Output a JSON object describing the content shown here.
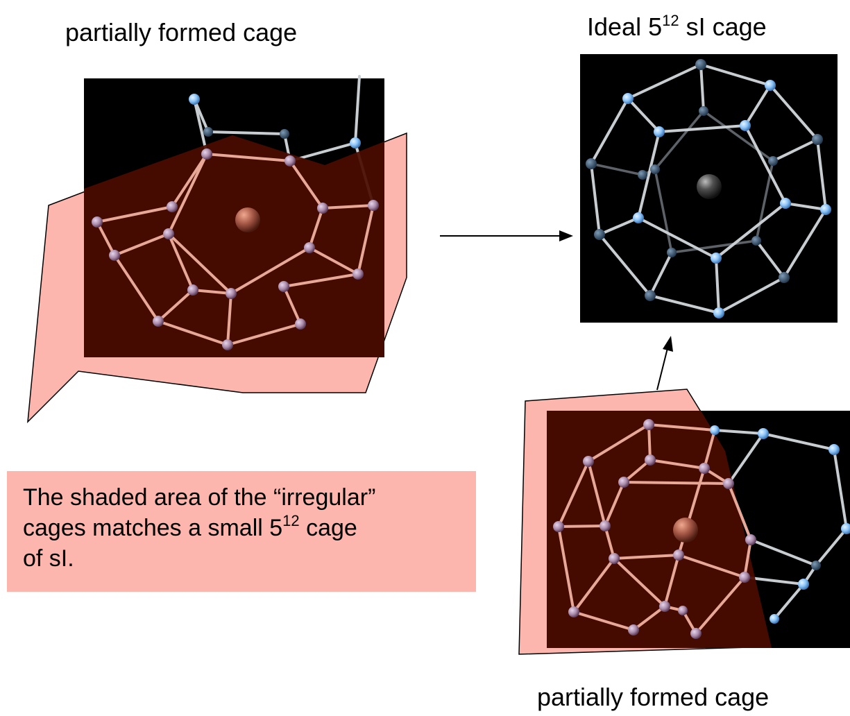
{
  "labels": {
    "top_left": "partially formed cage",
    "ideal_prefix": "Ideal 5",
    "ideal_sup": "12",
    "ideal_suffix": " sI cage",
    "bottom_right": "partially formed cage"
  },
  "note": {
    "line1": "The shaded area of the “irregular”",
    "line2_prefix": "cages matches a small 5",
    "line2_sup": "12",
    "line2_suffix": " cage",
    "line3": "of sI."
  },
  "colors": {
    "panel_bg": "#000000",
    "shade_light": "#fcb6ad",
    "shade_dark": "#4a0c00",
    "oxygen_blue": "#8cc4f8",
    "oxygen_dark": "#3a5670",
    "bond_gray": "#c8cdd2",
    "bond_pink": "#e8a898",
    "atom_pink": "#a88aa8",
    "guest_dark": "#505050",
    "guest_red": "#a85a48",
    "note_bg": "#fcb6ad"
  }
}
